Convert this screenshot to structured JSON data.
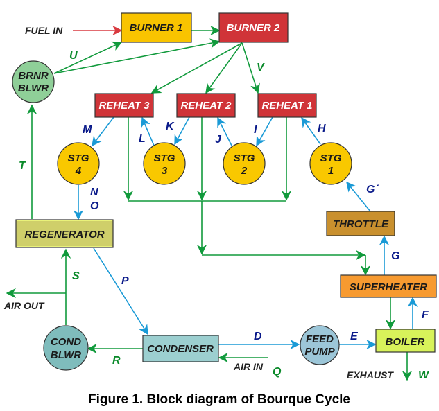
{
  "figure": {
    "caption": "Figure 1.  Block diagram of Bourque Cycle"
  },
  "colors": {
    "green_flow": "#119a3c",
    "blue_flow": "#1a9ad6",
    "red_flow": "#d93a40",
    "burner1": "#f9c400",
    "burner2": "#d03438",
    "reheat": "#d03438",
    "stage": "#f9c800",
    "brnr_blwr": "#8fcf98",
    "regenerator": "#cfcf6a",
    "throttle": "#c9902e",
    "superheater": "#f79a30",
    "boiler": "#d8f25a",
    "condenser": "#9ccfd0",
    "cond_blwr": "#7fbcbc",
    "feed_pump": "#9cc6d8"
  },
  "nodes": {
    "burner1": "BURNER 1",
    "burner2": "BURNER 2",
    "brnr_blwr": [
      "BRNR",
      "BLWR"
    ],
    "reheat3": "REHEAT 3",
    "reheat2": "REHEAT 2",
    "reheat1": "REHEAT 1",
    "stg4": [
      "STG",
      "4"
    ],
    "stg3": [
      "STG",
      "3"
    ],
    "stg2": [
      "STG",
      "2"
    ],
    "stg1": [
      "STG",
      "1"
    ],
    "regenerator": "REGENERATOR",
    "throttle": "THROTTLE",
    "superheater": "SUPERHEATER",
    "condenser": "CONDENSER",
    "cond_blwr": [
      "COND",
      "BLWR"
    ],
    "feed_pump": [
      "FEED",
      "PUMP"
    ],
    "boiler": "BOILER"
  },
  "external_labels": {
    "fuel_in": "FUEL IN",
    "air_out": "AIR OUT",
    "air_in": "AIR IN",
    "exhaust": "EXHAUST"
  },
  "flow_labels": {
    "U": "U",
    "V": "V",
    "T": "T",
    "S": "S",
    "R": "R",
    "Q": "Q",
    "W": "W",
    "M": "M",
    "L": "L",
    "K": "K",
    "J": "J",
    "I": "I",
    "H": "H",
    "N": "N",
    "O": "O",
    "P": "P",
    "D": "D",
    "E": "E",
    "F": "F",
    "G": "G",
    "G_prime": "G´"
  }
}
